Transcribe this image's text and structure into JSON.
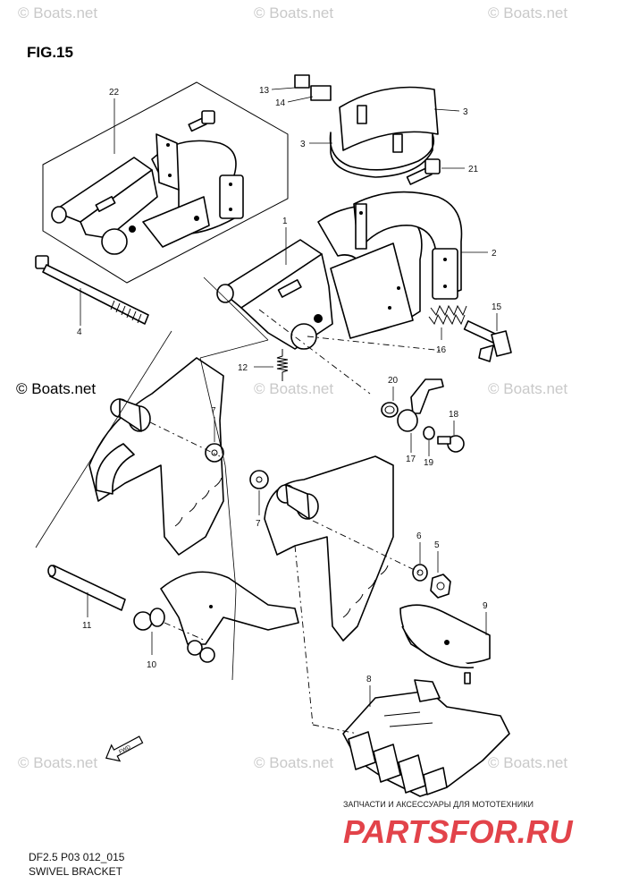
{
  "figure": {
    "title": "FIG.15"
  },
  "watermarks": [
    "© Boats.net",
    "© Boats.net",
    "© Boats.net",
    "© Boats.net",
    "© Boats.net",
    "© Boats.net",
    "© Boats.net",
    "© Boats.net",
    "© Boats.net"
  ],
  "watermark_main": "© Boats.net",
  "parts": [
    "22",
    "13",
    "14",
    "3",
    "3",
    "21",
    "1",
    "2",
    "15",
    "16",
    "4",
    "12",
    "20",
    "18",
    "7",
    "7",
    "17",
    "19",
    "6",
    "5",
    "9",
    "11",
    "10",
    "8"
  ],
  "fwd": "FWD",
  "footer": {
    "code": "DF2.5 P03 012_015",
    "name": "SWIVEL BRACKET"
  },
  "brand": {
    "tagline": "ЗАПЧАСТИ И АКСЕССУАРЫ ДЛЯ МОТОТЕХНИКИ",
    "name": "PARTSFOR.RU",
    "color": "#e2434a"
  }
}
